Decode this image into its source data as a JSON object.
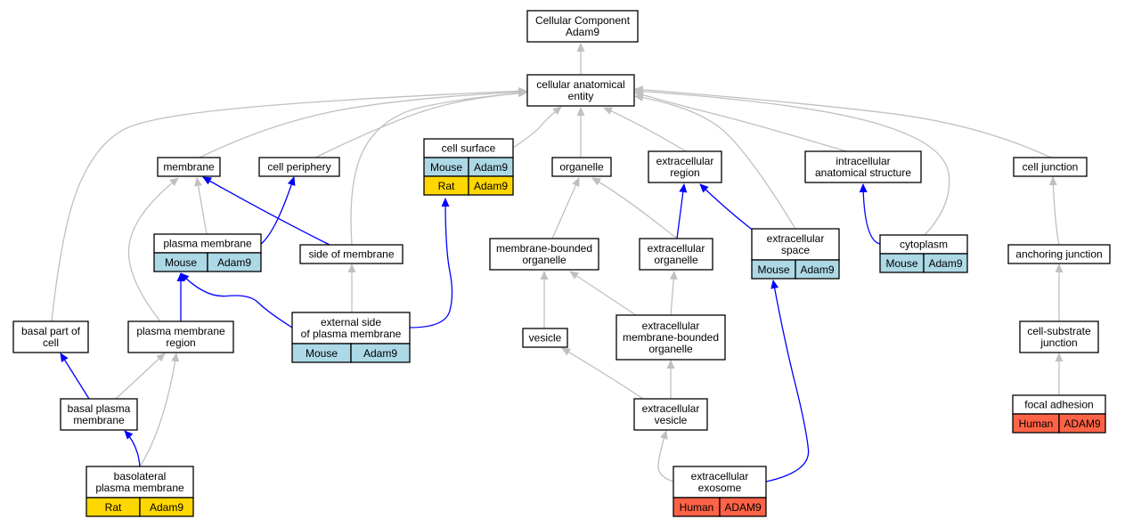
{
  "colors": {
    "is_a_edge": "#c0c0c0",
    "part_of_edge": "#0000ff",
    "Mouse": "#add8e6",
    "Rat": "#ffd700",
    "Human": "#ff6347"
  },
  "nodes": {
    "root": {
      "lines": [
        "Cellular Component",
        "Adam9"
      ],
      "annotations": []
    },
    "cae": {
      "lines": [
        "cellular anatomical",
        "entity"
      ],
      "annotations": []
    },
    "membrane": {
      "lines": [
        "membrane"
      ],
      "annotations": []
    },
    "cell_periphery": {
      "lines": [
        "cell periphery"
      ],
      "annotations": []
    },
    "cell_surface": {
      "lines": [
        "cell surface"
      ],
      "annotations": [
        {
          "species": "Mouse",
          "gene": "Adam9"
        },
        {
          "species": "Rat",
          "gene": "Adam9"
        }
      ]
    },
    "organelle": {
      "lines": [
        "organelle"
      ],
      "annotations": []
    },
    "extracellular_region": {
      "lines": [
        "extracellular",
        "region"
      ],
      "annotations": []
    },
    "intracellular": {
      "lines": [
        "intracellular",
        "anatomical structure"
      ],
      "annotations": []
    },
    "cell_junction": {
      "lines": [
        "cell junction"
      ],
      "annotations": []
    },
    "plasma_membrane": {
      "lines": [
        "plasma membrane"
      ],
      "annotations": [
        {
          "species": "Mouse",
          "gene": "Adam9"
        }
      ]
    },
    "side_of_membrane": {
      "lines": [
        "side of membrane"
      ],
      "annotations": []
    },
    "membrane_bounded": {
      "lines": [
        "membrane-bounded",
        "organelle"
      ],
      "annotations": []
    },
    "extracellular_organelle": {
      "lines": [
        "extracellular",
        "organelle"
      ],
      "annotations": []
    },
    "extracellular_space": {
      "lines": [
        "extracellular",
        "space"
      ],
      "annotations": [
        {
          "species": "Mouse",
          "gene": "Adam9"
        }
      ]
    },
    "cytoplasm": {
      "lines": [
        "cytoplasm"
      ],
      "annotations": [
        {
          "species": "Mouse",
          "gene": "Adam9"
        }
      ]
    },
    "anchoring_junction": {
      "lines": [
        "anchoring junction"
      ],
      "annotations": []
    },
    "basal_part": {
      "lines": [
        "basal part of",
        "cell"
      ],
      "annotations": []
    },
    "pm_region": {
      "lines": [
        "plasma membrane",
        "region"
      ],
      "annotations": []
    },
    "external_side": {
      "lines": [
        "external side",
        "of plasma membrane"
      ],
      "annotations": [
        {
          "species": "Mouse",
          "gene": "Adam9"
        }
      ]
    },
    "vesicle": {
      "lines": [
        "vesicle"
      ],
      "annotations": []
    },
    "ec_mb_organelle": {
      "lines": [
        "extracellular",
        "membrane-bounded",
        "organelle"
      ],
      "annotations": []
    },
    "cell_substrate": {
      "lines": [
        "cell-substrate",
        "junction"
      ],
      "annotations": []
    },
    "basal_pm": {
      "lines": [
        "basal plasma",
        "membrane"
      ],
      "annotations": []
    },
    "ec_vesicle": {
      "lines": [
        "extracellular",
        "vesicle"
      ],
      "annotations": []
    },
    "focal_adhesion": {
      "lines": [
        "focal adhesion"
      ],
      "annotations": [
        {
          "species": "Human",
          "gene": "ADAM9"
        }
      ]
    },
    "basolateral": {
      "lines": [
        "basolateral",
        "plasma membrane"
      ],
      "annotations": [
        {
          "species": "Rat",
          "gene": "Adam9"
        }
      ]
    },
    "exosome": {
      "lines": [
        "extracellular",
        "exosome"
      ],
      "annotations": [
        {
          "species": "Human",
          "gene": "ADAM9"
        }
      ]
    }
  },
  "edges": [
    {
      "from": "cae",
      "to": "root",
      "type": "is_a"
    },
    {
      "from": "membrane",
      "to": "cae",
      "type": "is_a"
    },
    {
      "from": "cell_periphery",
      "to": "cae",
      "type": "is_a"
    },
    {
      "from": "cell_surface",
      "to": "cae",
      "type": "is_a"
    },
    {
      "from": "organelle",
      "to": "cae",
      "type": "is_a"
    },
    {
      "from": "extracellular_region",
      "to": "cae",
      "type": "is_a"
    },
    {
      "from": "intracellular",
      "to": "cae",
      "type": "is_a"
    },
    {
      "from": "cell_junction",
      "to": "cae",
      "type": "is_a"
    },
    {
      "from": "basal_part",
      "to": "cae",
      "type": "is_a"
    },
    {
      "from": "side_of_membrane",
      "to": "cae",
      "type": "is_a"
    },
    {
      "from": "extracellular_space",
      "to": "cae",
      "type": "is_a"
    },
    {
      "from": "cytoplasm",
      "to": "cae",
      "type": "is_a"
    },
    {
      "from": "plasma_membrane",
      "to": "membrane",
      "type": "is_a"
    },
    {
      "from": "pm_region",
      "to": "membrane",
      "type": "is_a"
    },
    {
      "from": "side_of_membrane",
      "to": "membrane",
      "type": "part_of"
    },
    {
      "from": "plasma_membrane",
      "to": "cell_periphery",
      "type": "part_of"
    },
    {
      "from": "external_side",
      "to": "cell_surface",
      "type": "part_of"
    },
    {
      "from": "membrane_bounded",
      "to": "organelle",
      "type": "is_a"
    },
    {
      "from": "extracellular_organelle",
      "to": "organelle",
      "type": "is_a"
    },
    {
      "from": "extracellular_organelle",
      "to": "extracellular_region",
      "type": "part_of"
    },
    {
      "from": "extracellular_space",
      "to": "extracellular_region",
      "type": "part_of"
    },
    {
      "from": "cytoplasm",
      "to": "intracellular",
      "type": "part_of"
    },
    {
      "from": "anchoring_junction",
      "to": "cell_junction",
      "type": "is_a"
    },
    {
      "from": "external_side",
      "to": "plasma_membrane",
      "type": "part_of"
    },
    {
      "from": "pm_region",
      "to": "plasma_membrane",
      "type": "part_of"
    },
    {
      "from": "external_side",
      "to": "side_of_membrane",
      "type": "is_a"
    },
    {
      "from": "vesicle",
      "to": "membrane_bounded",
      "type": "is_a"
    },
    {
      "from": "ec_mb_organelle",
      "to": "membrane_bounded",
      "type": "is_a"
    },
    {
      "from": "ec_mb_organelle",
      "to": "extracellular_organelle",
      "type": "is_a"
    },
    {
      "from": "cell_substrate",
      "to": "anchoring_junction",
      "type": "is_a"
    },
    {
      "from": "basal_pm",
      "to": "basal_part",
      "type": "part_of"
    },
    {
      "from": "basal_pm",
      "to": "pm_region",
      "type": "is_a"
    },
    {
      "from": "basolateral",
      "to": "pm_region",
      "type": "is_a"
    },
    {
      "from": "basolateral",
      "to": "basal_pm",
      "type": "part_of"
    },
    {
      "from": "ec_vesicle",
      "to": "vesicle",
      "type": "is_a"
    },
    {
      "from": "ec_vesicle",
      "to": "ec_mb_organelle",
      "type": "is_a"
    },
    {
      "from": "focal_adhesion",
      "to": "cell_substrate",
      "type": "is_a"
    },
    {
      "from": "exosome",
      "to": "ec_vesicle",
      "type": "is_a"
    },
    {
      "from": "exosome",
      "to": "extracellular_space",
      "type": "part_of"
    }
  ]
}
